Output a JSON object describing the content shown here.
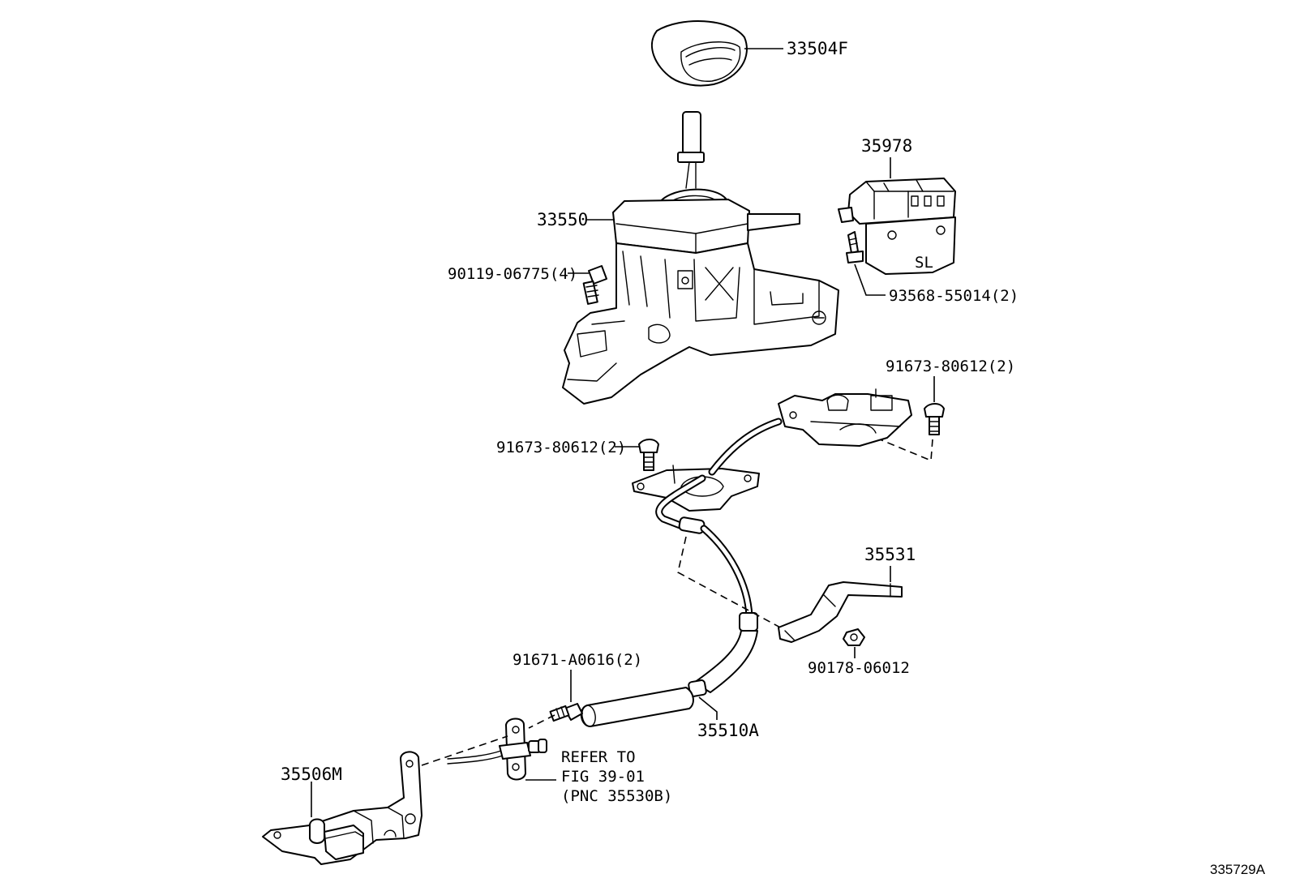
{
  "labels": {
    "p33504F": "33504F",
    "p35978": "35978",
    "p33550": "33550",
    "p90119": "90119-06775(4)",
    "p93568": "93568-55014(2)",
    "p91673_right": "91673-80612(2)",
    "p91673_left": "91673-80612(2)",
    "p35531": "35531",
    "p90178": "90178-06012",
    "p91671": "91671-A0616(2)",
    "p35510A": "35510A",
    "p35506M": "35506M",
    "refer_line1": "REFER TO",
    "refer_line2": "FIG 39-01",
    "refer_line3": "(PNC 35530B)",
    "sl_mark": "SL"
  },
  "figure_id": "335729A"
}
